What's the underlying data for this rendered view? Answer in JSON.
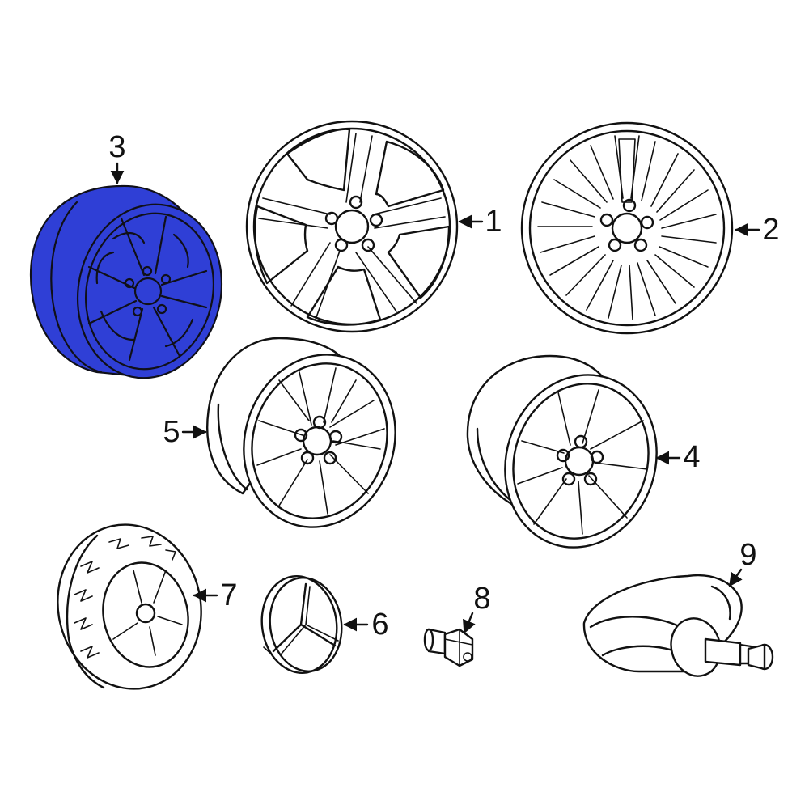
{
  "colors": {
    "highlight": "#2f3fd6",
    "line": "#111111",
    "background": "#ffffff"
  },
  "parts": [
    {
      "id": "1",
      "label": "1",
      "kind": "wheel-five-spoke-front"
    },
    {
      "id": "2",
      "label": "2",
      "kind": "wheel-multi-spoke-front"
    },
    {
      "id": "3",
      "label": "3",
      "kind": "wheel-highlighted",
      "highlighted": true
    },
    {
      "id": "4",
      "label": "4",
      "kind": "wheel-angled-twin-spoke"
    },
    {
      "id": "5",
      "label": "5",
      "kind": "wheel-angled-split-spoke"
    },
    {
      "id": "6",
      "label": "6",
      "kind": "center-cap-star"
    },
    {
      "id": "7",
      "label": "7",
      "kind": "lug-bolt"
    },
    {
      "id": "8",
      "label": "8",
      "kind": "tire-and-wheel"
    },
    {
      "id": "9",
      "label": "9",
      "kind": "tpms-sensor"
    }
  ]
}
